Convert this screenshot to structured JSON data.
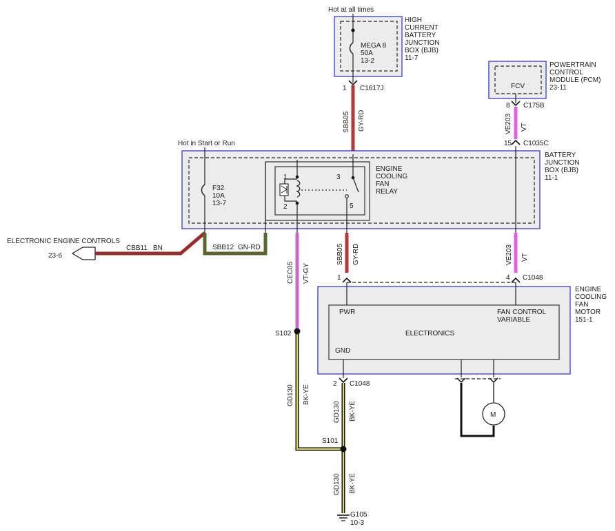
{
  "labels": {
    "hot_at_all_times": "Hot at all times",
    "hot_in_start_or_run": "Hot in Start or Run",
    "electronic_engine_controls": "ELECTRONIC ENGINE CONTROLS",
    "eec_ref": "23-6"
  },
  "hcbjb": {
    "l1": "HIGH",
    "l2": "CURRENT",
    "l3": "BATTERY",
    "l4": "JUNCTION",
    "l5": "BOX (BJB)",
    "l6": "11-7"
  },
  "mega8": {
    "name": "MEGA 8",
    "rating": "50A",
    "ref": "13-2"
  },
  "pcm": {
    "l1": "POWERTRAIN",
    "l2": "CONTROL",
    "l3": "MODULE (PCM)",
    "l4": "23-11",
    "fcv": "FCV"
  },
  "bjb": {
    "l1": "BATTERY",
    "l2": "JUNCTION",
    "l3": "BOX (BJB)",
    "l4": "11-1"
  },
  "fuse32": {
    "name": "F32",
    "rating": "10A",
    "ref": "13-7"
  },
  "relay": {
    "l1": "ENGINE",
    "l2": "COOLING",
    "l3": "FAN",
    "l4": "RELAY",
    "p1": "1",
    "p2": "2",
    "p3": "3",
    "p5": "5"
  },
  "motor": {
    "l1": "ENGINE",
    "l2": "COOLING",
    "l3": "FAN",
    "l4": "MOTOR",
    "l5": "151-1",
    "pwr": "PWR",
    "fcv1": "FAN CONTROL",
    "fcv2": "VARIABLE",
    "electronics": "ELECTRONICS",
    "gnd": "GND",
    "m": "M"
  },
  "connectors": {
    "c1617j_pin": "1",
    "c1617j": "C1617J",
    "c175b_pin": "8",
    "c175b": "C175B",
    "c1035c_pin": "15",
    "c1035c": "C1035C",
    "c1048_pin1": "1",
    "c1048_pin4": "4",
    "c1048_a": "C1048",
    "c1048_pin2": "2",
    "c1048_b": "C1048"
  },
  "wires": {
    "sbb05_a_circuit": "SBB05",
    "sbb05_a_color": "GY-RD",
    "ve203_a_circuit": "VE203",
    "ve203_a_color": "VT",
    "cbb11_circuit": "CBB11",
    "cbb11_color": "BN",
    "sbb12_circuit": "SBB12",
    "sbb12_color": "GN-RD",
    "cec05_circuit": "CEC05",
    "cec05_color": "VT-GY",
    "sbb05_b_circuit": "SBB05",
    "sbb05_b_color": "GY-RD",
    "ve203_b_circuit": "VE203",
    "ve203_b_color": "VT",
    "gd130_a_circuit": "GD130",
    "gd130_a_color": "BK-YE",
    "gd130_b_circuit": "GD130",
    "gd130_b_color": "BK-YE",
    "gd130_c_circuit": "GD130",
    "gd130_c_color": "BK-YE"
  },
  "splices": {
    "s102": "S102",
    "s101": "S101"
  },
  "ground": {
    "name": "G105",
    "ref": "10-3"
  },
  "colors": {
    "gy_rd": "#b23a3a",
    "vt": "#e060e0",
    "bn": "#9b2a2a",
    "gn_rd_outer": "#2f7a2f",
    "gn_rd_inner": "#c03030",
    "bk_ye_outer": "#111111",
    "bk_ye_inner": "#e8e820",
    "frame_blue": "#3a3ad0"
  }
}
